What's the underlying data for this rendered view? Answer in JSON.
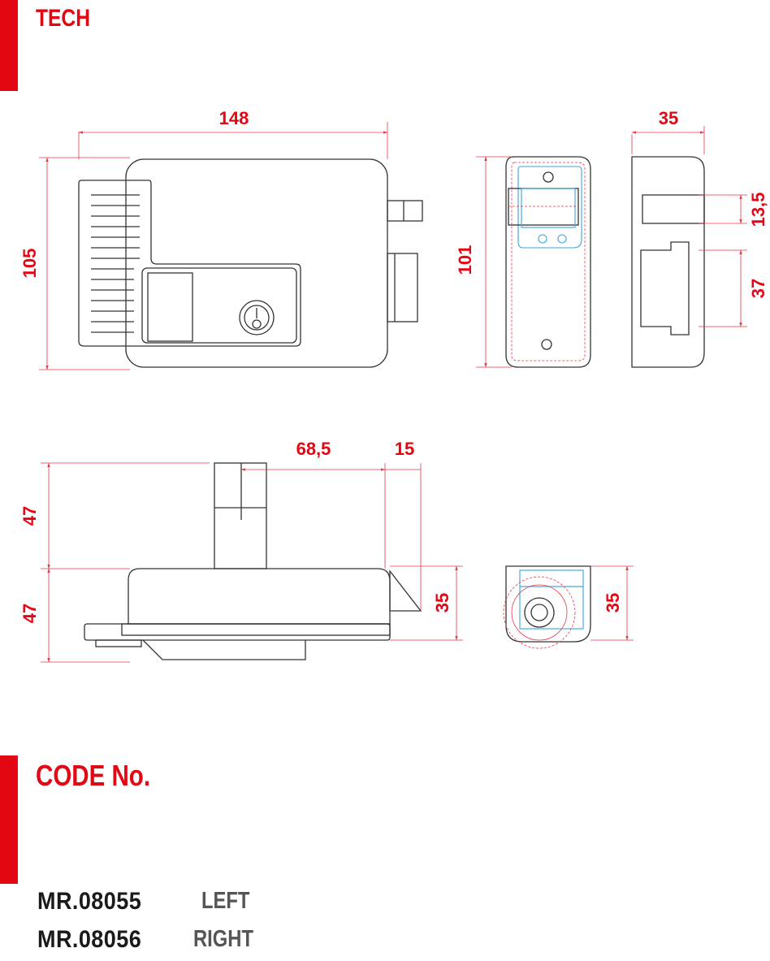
{
  "sections": {
    "tech_title": "TECH",
    "code_title": "CODE No."
  },
  "dimensions": {
    "front_width": "148",
    "front_height": "105",
    "side_height": "101",
    "side_depth": "35",
    "bolt_offset": "13,5",
    "bolt_height": "37",
    "bottom_bolt": "68,5",
    "bottom_projection": "15",
    "upper_height": "47",
    "lower_height": "47",
    "body_depth": "35",
    "end_depth": "35"
  },
  "codes": [
    {
      "code": "MR.08055",
      "side": "LEFT"
    },
    {
      "code": "MR.08056",
      "side": "RIGHT"
    }
  ],
  "colors": {
    "accent": "#e30613",
    "outline": "#333333",
    "hidden": "#3aa7d8"
  }
}
